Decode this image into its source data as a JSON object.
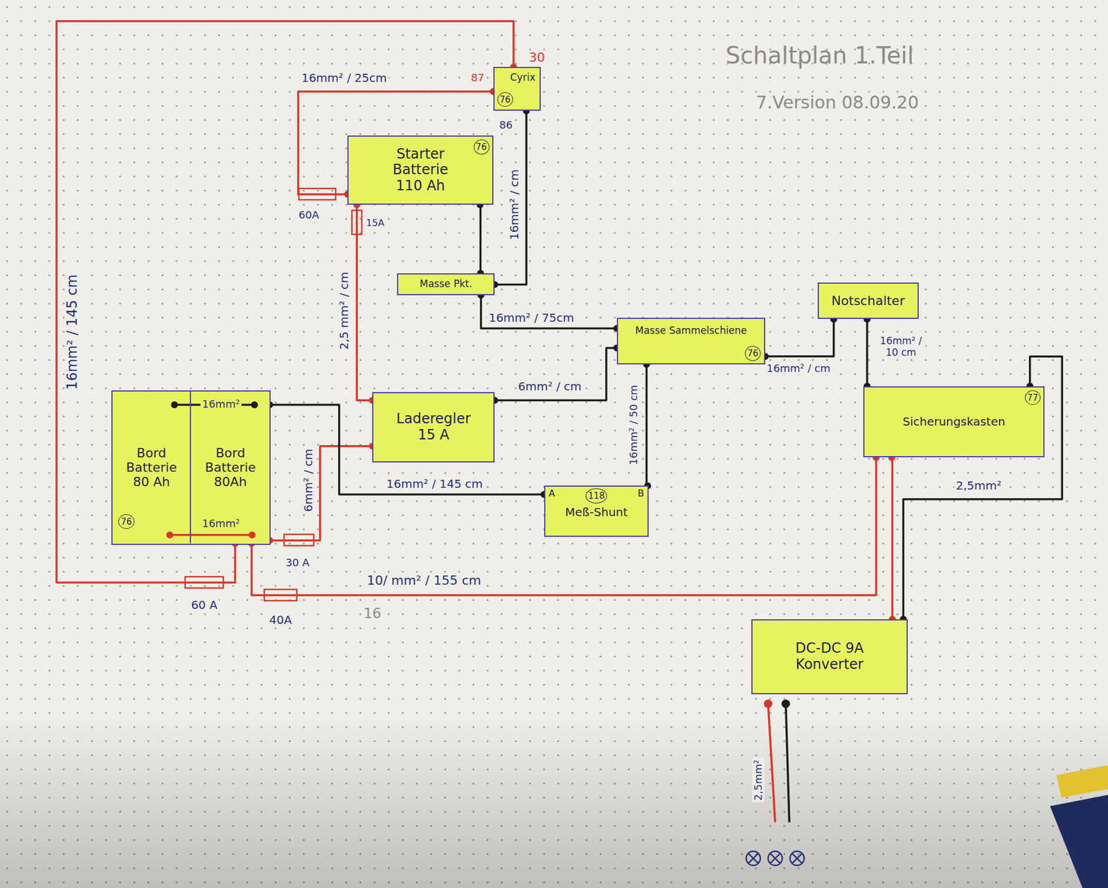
{
  "diagram": {
    "title": "Schaltplan 1.Teil",
    "nodes": [
      {
        "text": [
          "Cyrix",
          "76"
        ]
      },
      {
        "text": [
          "Starter Batterie 110 Ah",
          "76"
        ]
      },
      {
        "text": [
          "Masse Pkt."
        ]
      },
      {
        "text": [
          "Notschalter"
        ]
      },
      {
        "text": [
          "Masse Sammelschiene",
          "76"
        ]
      },
      {
        "text": [
          "76"
        ]
      },
      {
        "text": [
          "Bord Batterie 80 Ah"
        ],
        "in": 5
      },
      {
        "text": [
          "Bord Batterie 80Ah"
        ],
        "in": 5
      },
      {
        "text": [
          "Laderegler 15 A"
        ]
      },
      {
        "text": [
          "Sicherungskasten",
          "77"
        ]
      },
      {
        "text": [
          "A",
          "118",
          "B",
          "Meß-Shunt"
        ]
      },
      {
        "text": [
          "DC-DC 9A Konverter"
        ]
      }
    ],
    "edges": [
      {
        "from": 7,
        "to": 0,
        "arrow": "none",
        "label": "16mm² / 145 cm"
      },
      {
        "from": 0,
        "to": 1,
        "arrow": "none",
        "label": "16mm² / 25cm"
      },
      {
        "from": 1,
        "to": 8,
        "arrow": "none",
        "label": "2,5 mm² / cm"
      },
      {
        "from": 7,
        "to": 8,
        "arrow": "none",
        "label": "6mm² / cm"
      },
      {
        "from": 7,
        "to": 9,
        "arrow": "none",
        "label": "10/ mm² / 155 cm"
      },
      {
        "from": 9,
        "to": 11,
        "arrow": "none"
      },
      {
        "from": 1,
        "to": 2,
        "arrow": "none"
      },
      {
        "from": 0,
        "to": 2,
        "arrow": "none",
        "label": "16mm² / cm"
      },
      {
        "from": 2,
        "to": 4,
        "arrow": "none",
        "label": "16mm² / 75cm"
      },
      {
        "from": 8,
        "to": 4,
        "arrow": "none",
        "label": "6mm² / cm"
      },
      {
        "from": 7,
        "to": 10,
        "arrow": "none",
        "label": "16mm² / 145 cm"
      },
      {
        "from": 10,
        "to": 4,
        "arrow": "none",
        "label": "16mm² / 50 cm"
      },
      {
        "from": 4,
        "to": 3,
        "arrow": "none",
        "label": "16mm² / cm"
      },
      {
        "from": 3,
        "to": 9,
        "arrow": "none",
        "label": "16mm² / 10 cm"
      },
      {
        "from": 9,
        "to": 11,
        "arrow": "none",
        "label": "2,5mm²"
      },
      {
        "from": 6,
        "to": 7,
        "arrow": "none",
        "label": "16mm²"
      },
      {
        "from": 6,
        "to": 7,
        "arrow": "none",
        "label": "16mm²"
      }
    ],
    "labels": [
      "7.Version 08.09.20",
      "30",
      "87",
      "86",
      "60A",
      "15A",
      "60 A",
      "30 A",
      "40A",
      "16",
      "2,5mm²"
    ]
  }
}
